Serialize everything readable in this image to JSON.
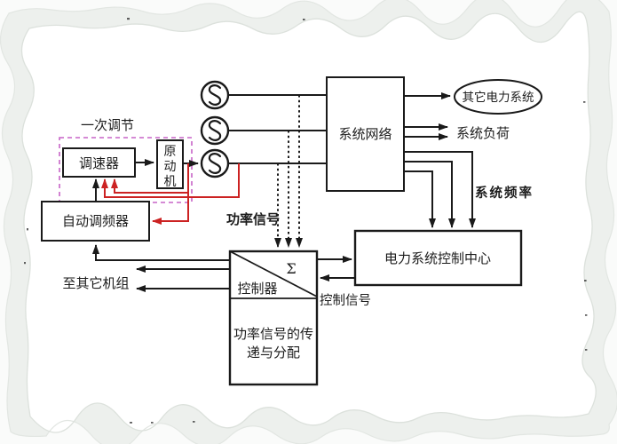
{
  "labels": {
    "primary_regulation": "一次调节",
    "governor": "调速器",
    "prime_mover": "原动机",
    "auto_frequency_regulator": "自动调频器",
    "system_network": "系统网络",
    "other_power_systems": "其它电力系统",
    "system_load": "系统负荷",
    "system_frequency": "系统频率",
    "power_signal": "功率信号",
    "control_center": "电力系统控制中心",
    "controller": "控制器",
    "sigma": "Σ",
    "control_signal": "控制信号",
    "to_other_units": "至其它机组",
    "power_distribution_line1": "功率信号的传",
    "power_distribution_line2": "递与分配"
  },
  "colors": {
    "black_line": "#1a1a1a",
    "red_line": "#cc2222",
    "red_text": "#c13c3c",
    "magenta_dash": "#c763c7",
    "frame_band": "#edf0ed"
  }
}
